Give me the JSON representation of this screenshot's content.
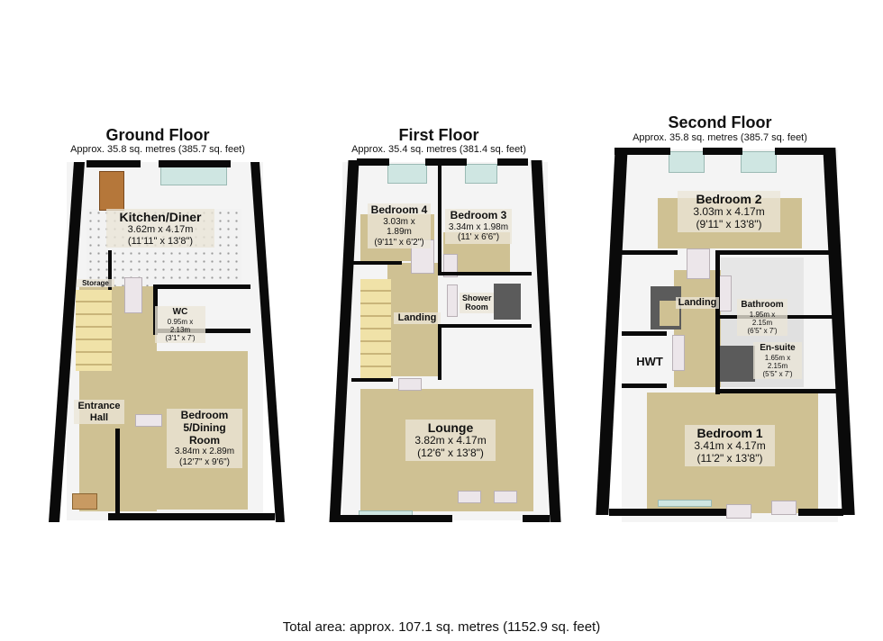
{
  "floors": [
    {
      "title": "Ground Floor",
      "area": "Approx. 35.8 sq. metres (385.7 sq. feet)",
      "rooms": [
        {
          "name": "Kitchen/Diner",
          "metric": "3.62m x 4.17m",
          "imperial": "(11'11\" x 13'8\")"
        },
        {
          "name": "Storage"
        },
        {
          "name": "WC",
          "metric": "0.95m x 2.13m",
          "imperial": "(3'1\" x 7')"
        },
        {
          "name": "Entrance Hall"
        },
        {
          "name": "Bedroom 5/Dining Room",
          "metric": "3.84m x 2.89m",
          "imperial": "(12'7\" x 9'6\")"
        }
      ]
    },
    {
      "title": "First Floor",
      "area": "Approx. 35.4 sq. metres (381.4 sq. feet)",
      "rooms": [
        {
          "name": "Bedroom 4",
          "metric": "3.03m x 1.89m",
          "imperial": "(9'11\" x 6'2\")"
        },
        {
          "name": "Bedroom 3",
          "metric": "3.34m x 1.98m",
          "imperial": "(11' x 6'6\")"
        },
        {
          "name": "Shower Room"
        },
        {
          "name": "Landing"
        },
        {
          "name": "Lounge",
          "metric": "3.82m x 4.17m",
          "imperial": "(12'6\" x 13'8\")"
        }
      ]
    },
    {
      "title": "Second Floor",
      "area": "Approx. 35.8 sq. metres (385.7 sq. feet)",
      "rooms": [
        {
          "name": "Bedroom 2",
          "metric": "3.03m x 4.17m",
          "imperial": "(9'11\" x 13'8\")"
        },
        {
          "name": "Landing"
        },
        {
          "name": "Bathroom",
          "metric": "1.95m x 2.15m",
          "imperial": "(6'5\" x 7')"
        },
        {
          "name": "HWT"
        },
        {
          "name": "En-suite",
          "metric": "1.65m x 2.15m",
          "imperial": "(5'5\" x 7')"
        },
        {
          "name": "Bedroom 1",
          "metric": "3.41m x 4.17m",
          "imperial": "(11'2\" x 13'8\")"
        }
      ]
    }
  ],
  "total_area": "Total area: approx. 107.1 sq. metres (1152.9 sq. feet)",
  "colors": {
    "wall": "#0a0a0a",
    "carpet": "#cfc193",
    "tile": "#f2f2f2",
    "window": "#cfe6e2"
  }
}
